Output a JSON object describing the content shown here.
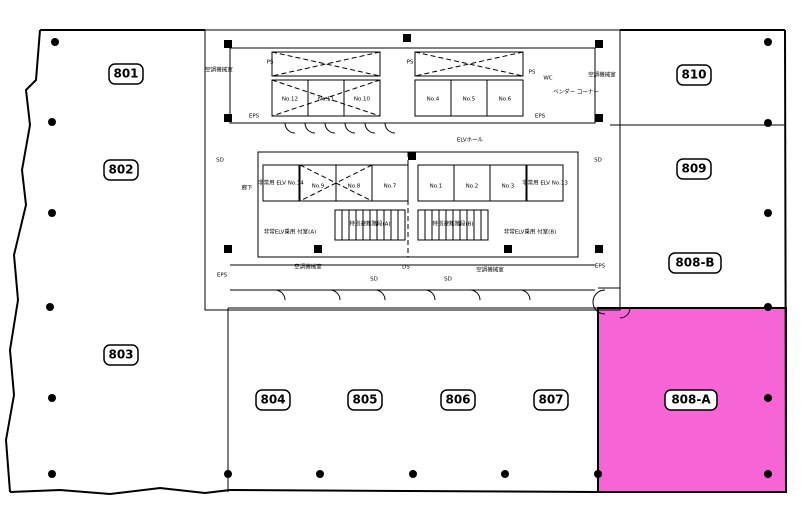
{
  "rooms": {
    "r801": "801",
    "r802": "802",
    "r803": "803",
    "r804": "804",
    "r805": "805",
    "r806": "806",
    "r807": "807",
    "r808a": "808-A",
    "r808b": "808-B",
    "r809": "809",
    "r810": "810"
  },
  "core": {
    "elv_hall": "ELVホール",
    "elv_upper": [
      "No.12",
      "No.11",
      "No.10",
      "No.4",
      "No.5",
      "No.6"
    ],
    "elv_lower": [
      "No.9",
      "No.8",
      "No.7",
      "No.1",
      "No.2",
      "No.3"
    ],
    "emergency_elv_left": "非常用 ELV No.14",
    "emergency_elv_right": "非常用 ELV No.13",
    "eps": "EPS",
    "ps": "PS",
    "sd": "SD",
    "ds": "DS",
    "corridor": "廊下",
    "vending": "ベンダー コーナー",
    "wc": "WC",
    "ac_room": "空調機械室",
    "emergency_lobby_a": "非常ELV乗用 付室(A)",
    "emergency_lobby_b": "非常ELV乗用 付室(B)",
    "stair_a": "特別避難階段(A)",
    "stair_b": "特別避難階段(B)",
    "outdoor_ac_a": "空調機械室",
    "outdoor_ac_b": "空調機械室"
  },
  "colors": {
    "highlight": "#f764d6",
    "line": "#000000",
    "background": "#ffffff"
  }
}
